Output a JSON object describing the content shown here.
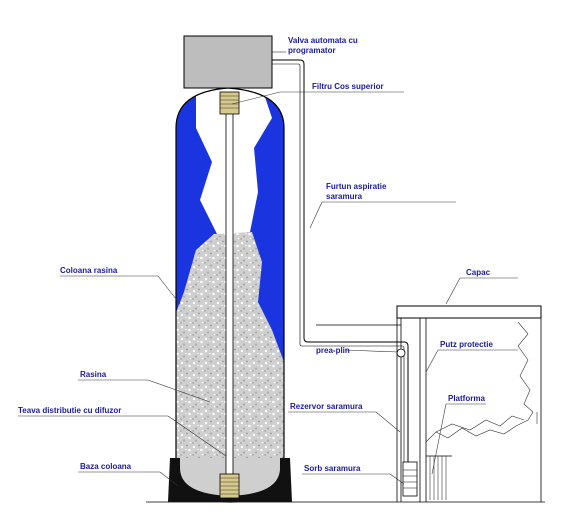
{
  "labels": {
    "valve_line1": "Valva automata cu",
    "valve_line2": "programator",
    "top_filter": "Filtru Cos superior",
    "hose_line1": "Furtun aspiratie",
    "hose_line2": "saramura",
    "lid": "Capac",
    "resin_column": "Coloana rasina",
    "overflow": "prea-plin",
    "protection_tube": "Putz protectie",
    "resin": "Rasina",
    "platform": "Platforma",
    "brine_tank": "Rezervor saramura",
    "distribution_tube": "Teava distributie cu difuzor",
    "column_base": "Baza coloana",
    "brine_suction": "Sorb saramura"
  },
  "colors": {
    "water_blue": "#1a35e0",
    "valve_gray": "#bdbdbd",
    "label_blue": "#1a1aa0",
    "resin_gray": "#c8c8c8",
    "base_black": "#111111",
    "screen_yellow": "#d8c98a"
  }
}
